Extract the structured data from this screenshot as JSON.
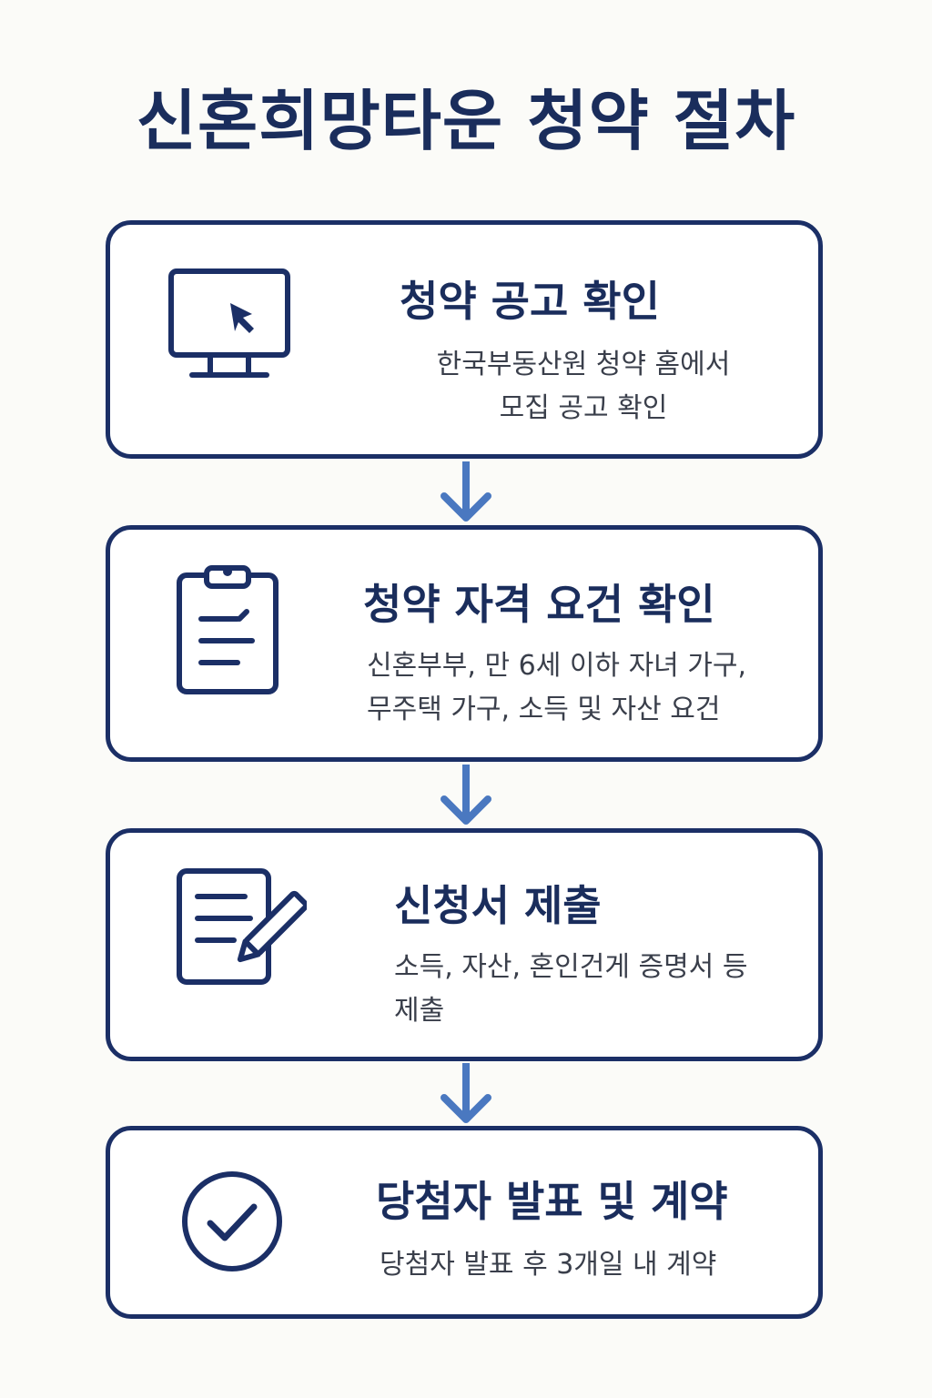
{
  "title": "신혼희망타운 청약 절차",
  "steps": [
    {
      "icon": "monitor-cursor-icon",
      "title": "청약 공고 확인",
      "desc_lines": [
        "한국부동산원 청약 홈에서",
        "모집 공고 확인"
      ]
    },
    {
      "icon": "clipboard-check-icon",
      "title": "청약 자격 요건 확인",
      "desc_lines": [
        "신혼부부, 만 6세 이하 자녀 가구,",
        "무주택 가구, 소득 및 자산 요건"
      ]
    },
    {
      "icon": "document-pencil-icon",
      "title": "신청서 제출",
      "desc_lines": [
        "소득, 자산, 혼인건게 증명서 등",
        "제출"
      ]
    },
    {
      "icon": "check-circle-icon",
      "title": "당첨자 발표 및 계약",
      "desc_lines": [
        "당첨자 발표 후 3개일 내 계약"
      ]
    }
  ],
  "colors": {
    "navy": "#1b2f66",
    "arrow": "#4a78c0",
    "background": "#fbfbf8"
  }
}
